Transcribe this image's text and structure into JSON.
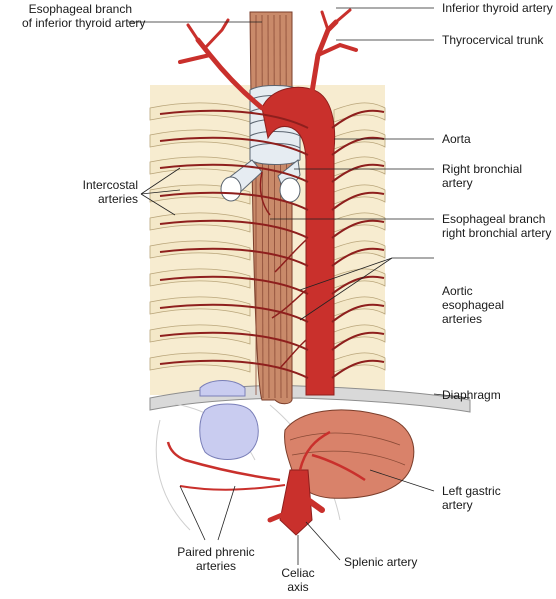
{
  "labels": {
    "esophageal_branch_inferior_thyroid": [
      "Esophageal branch",
      "of inferior thyroid artery"
    ],
    "inferior_thyroid_artery": [
      "Inferior thyroid artery"
    ],
    "thyrocervical_trunk": [
      "Thyrocervical trunk"
    ],
    "aorta": [
      "Aorta"
    ],
    "right_bronchial_artery": [
      "Right bronchial",
      "artery"
    ],
    "intercostal_arteries": [
      "Intercostal",
      "arteries"
    ],
    "esophageal_branch_right_bronchial": [
      "Esophageal branch",
      "right bronchial artery"
    ],
    "aortic_esophageal_arteries": [
      "Aortic",
      "esophageal",
      "arteries"
    ],
    "diaphragm": [
      "Diaphragm"
    ],
    "left_gastric_artery": [
      "Left gastric",
      "artery"
    ],
    "paired_phrenic_arteries": [
      "Paired phrenic",
      "arteries"
    ],
    "splenic_artery": [
      "Splenic artery"
    ],
    "celiac_axis": [
      "Celiac",
      "axis"
    ]
  },
  "colors": {
    "artery": "#c9302c",
    "artery_dark": "#8e1f1d",
    "esophagus": "#c98a6a",
    "esophagus_line": "#7a3d2a",
    "rib": "#f4e8c8",
    "rib_edge": "#b9a57a",
    "trachea": "#e6ecf2",
    "diaphragm": "#d8d8d8",
    "stomach": "#d9826a",
    "kidney_blue": "#c9ccf0",
    "leader": "#222222"
  }
}
